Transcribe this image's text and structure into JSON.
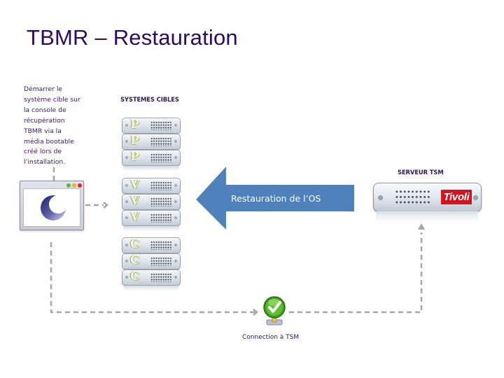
{
  "slide": {
    "title": "TBMR – Restauration"
  },
  "description": {
    "lines": [
      "Démarrer le",
      "système cible sur",
      "la console de",
      "récupération",
      "TBMR via la",
      "média bootable",
      "créé lors de",
      "l’installation."
    ]
  },
  "target_systems": {
    "label": "SYSTEMES CIBLES",
    "groups": [
      {
        "letter": "P",
        "count": 3
      },
      {
        "letter": "V",
        "count": 3
      },
      {
        "letter": "C",
        "count": 3
      }
    ]
  },
  "server": {
    "label": "SERVEUR TSM",
    "brand": "Tivoli"
  },
  "restore_arrow": {
    "label": "Restauration de l’OS",
    "color": "#4f81bd"
  },
  "connection": {
    "label": "Connection à TSM",
    "icon": "green-checkmark-network-icon"
  },
  "colors": {
    "title": "#2d0a5e",
    "text": "#3a1866",
    "tivoli_red": "#d3141e",
    "connector_gray": "#a6a6a6"
  }
}
